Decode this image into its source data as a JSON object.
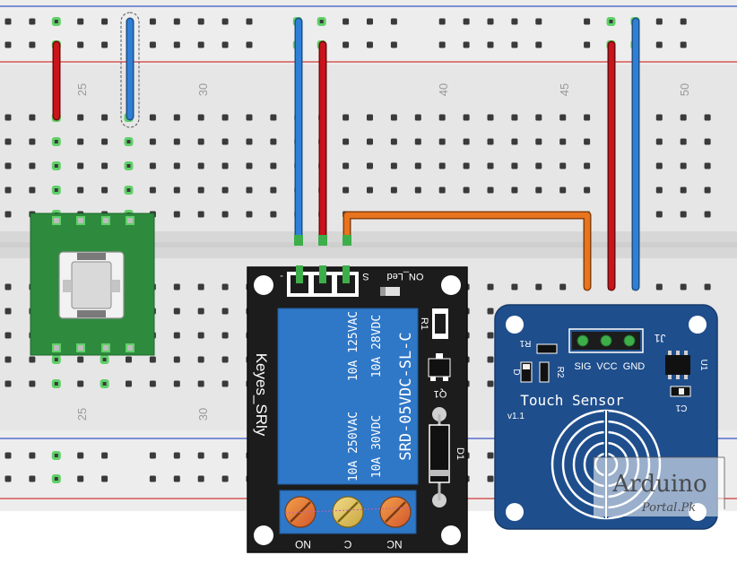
{
  "breadboard": {
    "column_numbers_top": [
      "25",
      "30",
      "40",
      "45",
      "50"
    ],
    "column_numbers_bottom": [
      "25",
      "30"
    ]
  },
  "relay_module": {
    "brand": "Keyes_SRly",
    "relay_model": "SRD-05VDC-SL-C",
    "rating_line_1": "10A 250VAC",
    "rating_line_2": "10A 125VAC",
    "rating_line_3": "10A 30VDC",
    "rating_line_4": "10A 28VDC",
    "pin_minus": "-",
    "pin_plus": "+",
    "pin_signal": "S",
    "led_label": "ON_Led",
    "resistor_label": "R1",
    "transistor_label": "Q1",
    "diode_label": "D1",
    "terminal_no": "NO",
    "terminal_c": "C",
    "terminal_nc": "NC"
  },
  "touch_sensor": {
    "title": "Touch Sensor",
    "version": "v1.1",
    "header_label": "J1",
    "pin_sig": "SIG",
    "pin_vcc": "VCC",
    "pin_gnd": "GND",
    "r1_label": "R1",
    "r2_label": "R2",
    "d_label": "D",
    "u1_label": "U1",
    "c1_label": "C1"
  },
  "watermark": {
    "line_1": "Arduino",
    "line_2": "Portal.Pk"
  },
  "colors": {
    "wire_red": "#c8141a",
    "wire_blue": "#2f7fd6",
    "wire_orange": "#e8741d",
    "relay_board": "#1c1c1c",
    "relay_body": "#2f77c7",
    "sensor_board": "#1f4e8c",
    "button_board": "#2e8b3d",
    "hole_active": "#5fd068"
  }
}
